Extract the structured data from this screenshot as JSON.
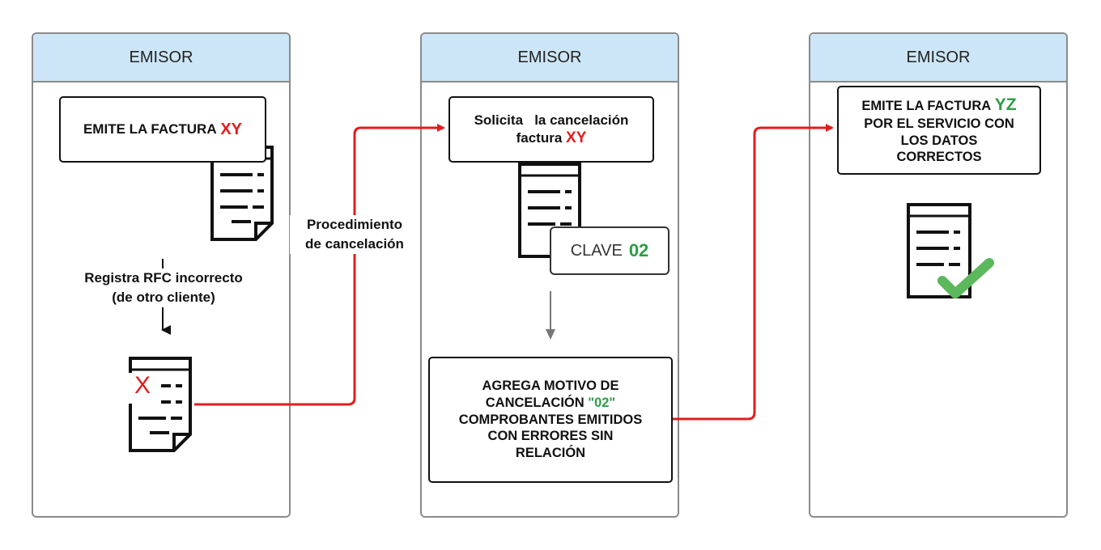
{
  "lanes": [
    {
      "title": "EMISOR"
    },
    {
      "title": "EMISOR"
    },
    {
      "title": "EMISOR"
    }
  ],
  "step1": {
    "text": "EMITE LA FACTURA",
    "highlight": "XY"
  },
  "arrow_label_1": "Registra RFC incorrecto\n(de otro cliente)",
  "error_mark": "X",
  "connector_label_1": "Procedimiento\nde cancelación",
  "step2": {
    "line1": "Solicita   la cancelación",
    "line2": "factura",
    "highlight": "XY"
  },
  "clave": {
    "label": "CLAVE",
    "code": "02"
  },
  "step3": {
    "line1": "AGREGA MOTIVO DE",
    "line2": "CANCELACIÓN",
    "code": "\"02\"",
    "line3": "COMPROBANTES EMITIDOS",
    "line4": "CON ERRORES SIN",
    "line5": "RELACIÓN"
  },
  "step4": {
    "line1": "EMITE LA FACTURA",
    "highlight": "YZ",
    "line2": "POR EL SERVICIO CON",
    "line3": "LOS DATOS",
    "line4": "CORRECTOS"
  },
  "colors": {
    "header": "#cce6f7",
    "connector": "#e21d1d",
    "highlight_red": "#e21d1d",
    "highlight_green": "#2e9c45",
    "check": "#5cb85c"
  },
  "icons": [
    "document-icon",
    "document-error-icon",
    "document-check-icon",
    "arrow-down-icon"
  ]
}
